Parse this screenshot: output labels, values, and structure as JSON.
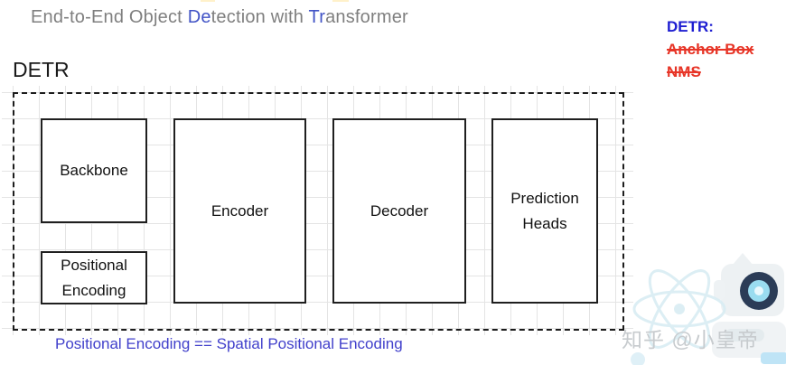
{
  "title": {
    "segments": [
      {
        "text": "End-to-End Object ",
        "color": "#7f7f7f"
      },
      {
        "text": "De",
        "color": "#4153c6"
      },
      {
        "text": "tection with ",
        "color": "#7f7f7f"
      },
      {
        "text": "Tr",
        "color": "#4153c6"
      },
      {
        "text": "ansformer",
        "color": "#7f7f7f"
      }
    ]
  },
  "annotations": {
    "heading": "DETR:",
    "heading_color": "#1d1dd1",
    "item_color": "#e73527",
    "items": [
      {
        "text": "Anchor Box",
        "strikethrough": true
      },
      {
        "text": "NMS",
        "strikethrough": true
      }
    ]
  },
  "diagram": {
    "label": "DETR",
    "frame_style": "dashed",
    "boxes": [
      {
        "label": "Backbone"
      },
      {
        "label": "Positional Encoding"
      },
      {
        "label": "Encoder"
      },
      {
        "label": "Decoder"
      },
      {
        "label": "Prediction Heads"
      }
    ]
  },
  "footnote": {
    "text": "Positional Encoding == Spatial Positional Encoding",
    "color": "#4140cb"
  },
  "watermark": {
    "text": "知乎 @小皇帝",
    "color": "#c7cbce",
    "icons": [
      "atom-icon",
      "robot-icon"
    ]
  }
}
